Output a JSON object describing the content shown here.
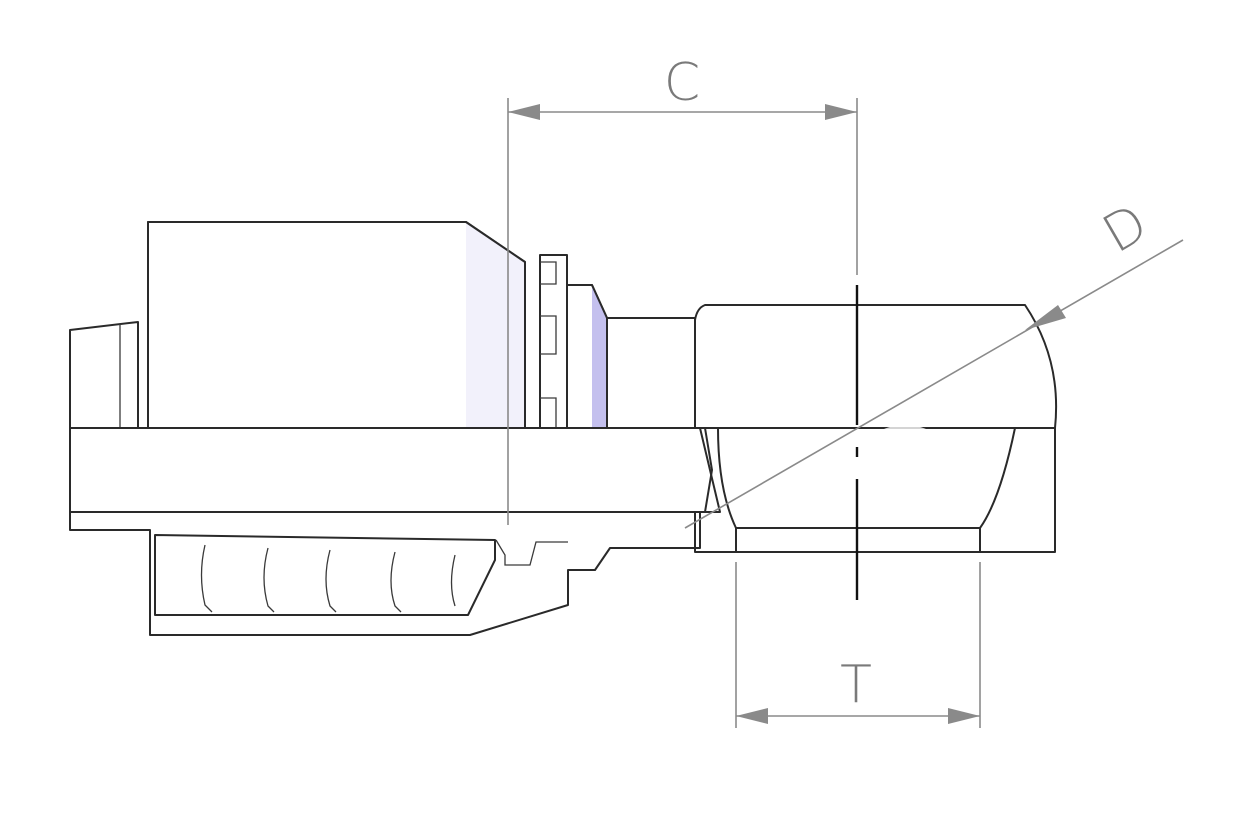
{
  "labels": {
    "c": "C",
    "d": "D",
    "t": "T"
  },
  "colors": {
    "metal_light": "#f2f3f7",
    "metal_mid": "#c9c9cf",
    "metal_dark": "#8e8e94",
    "highlight_blue": "#b9b6ea",
    "outline": "#2a2a2a",
    "dimension": "#8a8a8a",
    "hatch_fill": "#ffffff"
  }
}
